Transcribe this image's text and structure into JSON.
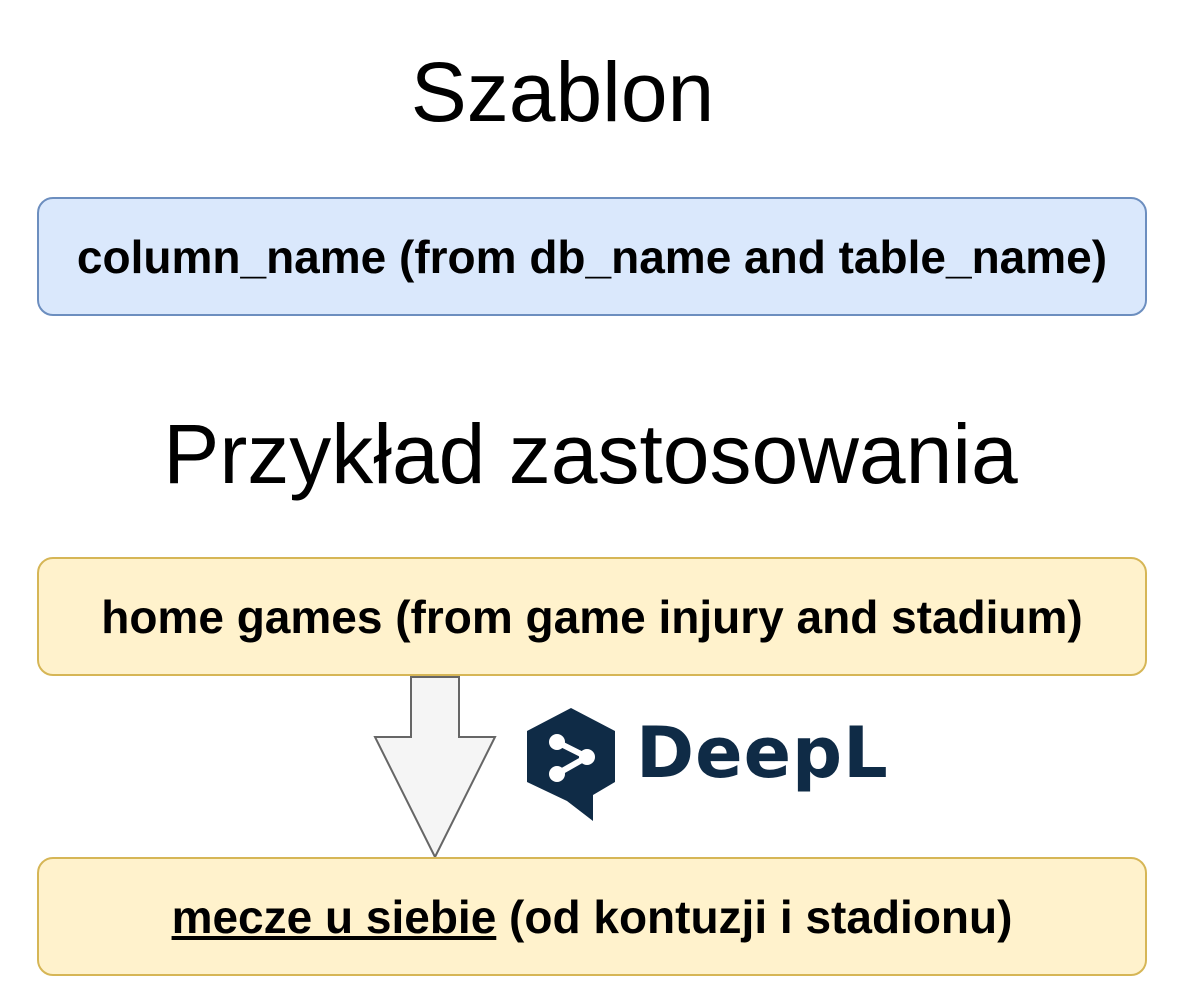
{
  "diagram": {
    "template_title": "Szablon",
    "template_box": "column_name (from db_name and table_name)",
    "example_title": "Przykład zastosowania",
    "source_box": "home games (from game injury and stadium)",
    "result_box": {
      "underlined": "mecze u siebie",
      "rest": " (od kontuzji i stadionu)"
    },
    "logo_text": "DeepL"
  },
  "colors": {
    "blue_fill": "#dae8fc",
    "blue_border": "#6c8ebf",
    "yellow_fill": "#fff2cc",
    "yellow_border": "#d6b656",
    "arrow_fill": "#f5f5f5",
    "arrow_border": "#666666",
    "deepl_navy": "#0f2b46"
  },
  "icons": {
    "arrow": "down-arrow-icon",
    "logo": "deepl-logo-icon"
  }
}
